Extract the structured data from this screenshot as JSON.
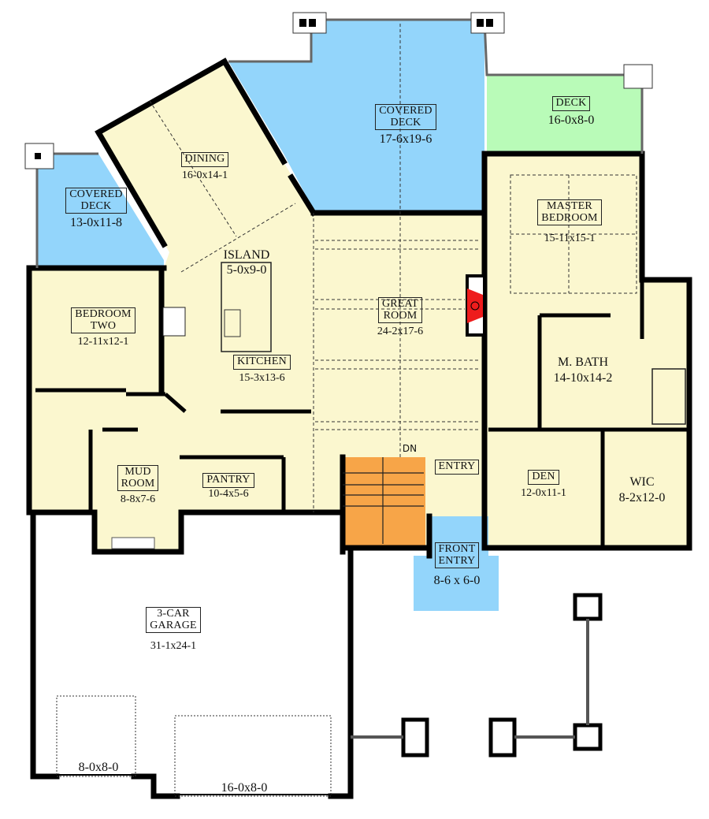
{
  "diagram_type": "floor-plan",
  "colors": {
    "interior": "#fbf7cf",
    "covered_deck": "#93d5fb",
    "deck": "#b9fbb8",
    "stairs": "#f7a548",
    "fireplace": "#ee1c1c",
    "wall": "#000000",
    "exterior": "#ffffff"
  },
  "rooms": {
    "covered_deck_left": {
      "name_line1": "COVERED",
      "name_line2": "DECK",
      "dims": "13-0x11-8"
    },
    "dining": {
      "name": "DINING",
      "dims": "16-0x14-1"
    },
    "covered_deck_center": {
      "name_line1": "COVERED",
      "name_line2": "DECK",
      "dims": "17-6x19-6"
    },
    "deck": {
      "name": "DECK",
      "dims": "16-0x8-0"
    },
    "master_bedroom": {
      "name_line1": "MASTER",
      "name_line2": "BEDROOM",
      "dims": "15-11x15-1"
    },
    "island": {
      "name": "ISLAND",
      "dims": "5-0x9-0"
    },
    "bedroom_two": {
      "name_line1": "BEDROOM",
      "name_line2": "TWO",
      "dims": "12-11x12-1"
    },
    "great_room": {
      "name_line1": "GREAT",
      "name_line2": "ROOM",
      "dims": "24-2x17-6"
    },
    "kitchen": {
      "name": "KITCHEN",
      "dims": "15-3x13-6"
    },
    "master_bath": {
      "name": "M. BATH",
      "dims": "14-10x14-2"
    },
    "stairs": {
      "label": "DN"
    },
    "entry": {
      "name": "ENTRY"
    },
    "mud_room": {
      "name_line1": "MUD",
      "name_line2": "ROOM",
      "dims": "8-8x7-6"
    },
    "pantry": {
      "name": "PANTRY",
      "dims": "10-4x5-6"
    },
    "den": {
      "name": "DEN",
      "dims": "12-0x11-1"
    },
    "wic": {
      "name": "WIC",
      "dims": "8-2x12-0"
    },
    "front_entry": {
      "name_line1": "FRONT",
      "name_line2": "ENTRY",
      "dims": "8-6 x 6-0"
    },
    "garage": {
      "name_line1": "3-CAR",
      "name_line2": "GARAGE",
      "dims": "31-1x24-1"
    },
    "garage_door_small": {
      "dims": "8-0x8-0"
    },
    "garage_door_large": {
      "dims": "16-0x8-0"
    }
  }
}
